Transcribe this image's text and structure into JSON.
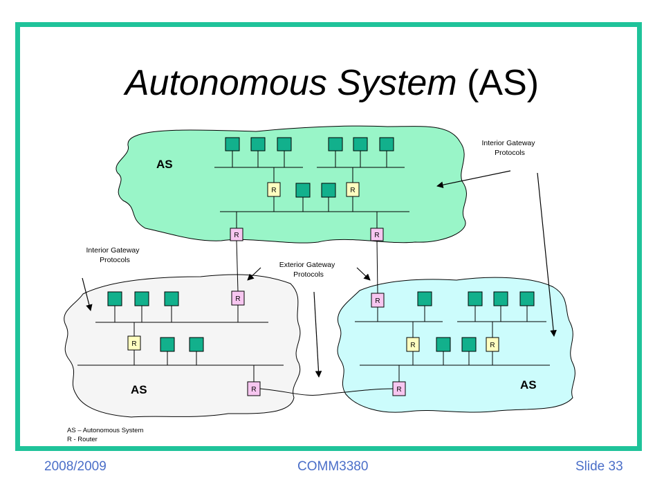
{
  "slide": {
    "title_italic": "Autonomous System",
    "title_plain": " (AS)",
    "accent_color": "#1fc39a"
  },
  "clouds": {
    "top_label": "AS",
    "left_label": "AS",
    "right_label": "AS",
    "top_color": "#99f5c8",
    "left_color": "#f5f5f5",
    "right_color": "#ccfcfc"
  },
  "router": {
    "label": "R",
    "colors": {
      "yellow": "#ffffc0",
      "pink": "#f7c6f0"
    }
  },
  "annotations": {
    "igp_right_line1": "Interior Gateway",
    "igp_right_line2": "Protocols",
    "igp_left_line1": "Interior Gateway",
    "igp_left_line2": "Protocols",
    "egp_line1": "Exterior Gateway",
    "egp_line2": "Protocols"
  },
  "legend": {
    "line1": "AS – Autonomous System",
    "line2": "R - Router"
  },
  "footer": {
    "left": "2008/2009",
    "center": "COMM3380",
    "right": "Slide 33"
  }
}
